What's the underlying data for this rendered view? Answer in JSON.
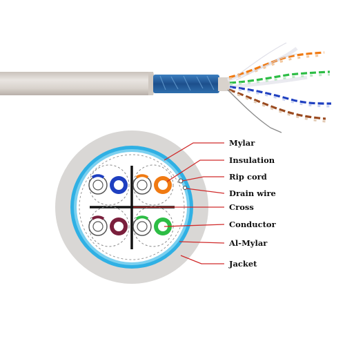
{
  "colors": {
    "jacket": "#e2ddd8",
    "al_mylar": "#2fb0e4",
    "shield_foil": "#2a6aa6",
    "leader_line": "#d02a2a",
    "pair_blue": "#1e3fc0",
    "pair_orange": "#f07a12",
    "pair_brown": "#7a1f3c",
    "pair_green": "#2dbd45"
  },
  "labels": [
    {
      "id": "mylar",
      "text": "Mylar"
    },
    {
      "id": "insulation",
      "text": "Insulation"
    },
    {
      "id": "rip-cord",
      "text": "Rip cord"
    },
    {
      "id": "drain-wire",
      "text": "Drain wire"
    },
    {
      "id": "cross",
      "text": "Cross"
    },
    {
      "id": "conductor",
      "text": "Conductor"
    },
    {
      "id": "al-mylar",
      "text": "Al-Mylar"
    },
    {
      "id": "jacket",
      "text": "Jacket"
    }
  ]
}
